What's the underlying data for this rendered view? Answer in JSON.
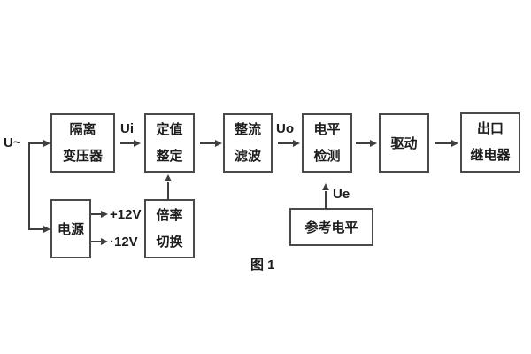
{
  "caption": "图 1",
  "colors": {
    "background": "#ffffff",
    "line": "#3f3f3f",
    "box_border": "#4a4a4a",
    "text": "#1c1c1c"
  },
  "blocks": {
    "isolation_transformer": {
      "lines": [
        "隔离",
        "变压器"
      ]
    },
    "setting_adjust": {
      "lines": [
        "定值",
        "整定"
      ]
    },
    "rectifier_filter": {
      "lines": [
        "整流",
        "滤波"
      ]
    },
    "level_detector": {
      "lines": [
        "电平",
        "检测"
      ]
    },
    "drive": {
      "lines": [
        "驱动"
      ]
    },
    "output_relay": {
      "lines": [
        "出口",
        "继电器"
      ]
    },
    "power_supply": {
      "lines": [
        "电源"
      ]
    },
    "ratio_switch": {
      "lines": [
        "倍率",
        "切换"
      ]
    },
    "reference_level": {
      "lines": [
        "参考电平"
      ]
    }
  },
  "signals": {
    "input": "U~",
    "ui": "Ui",
    "uo": "Uo",
    "ue": "Ue",
    "rail_positive": "+12V",
    "rail_negative": "·12V"
  }
}
